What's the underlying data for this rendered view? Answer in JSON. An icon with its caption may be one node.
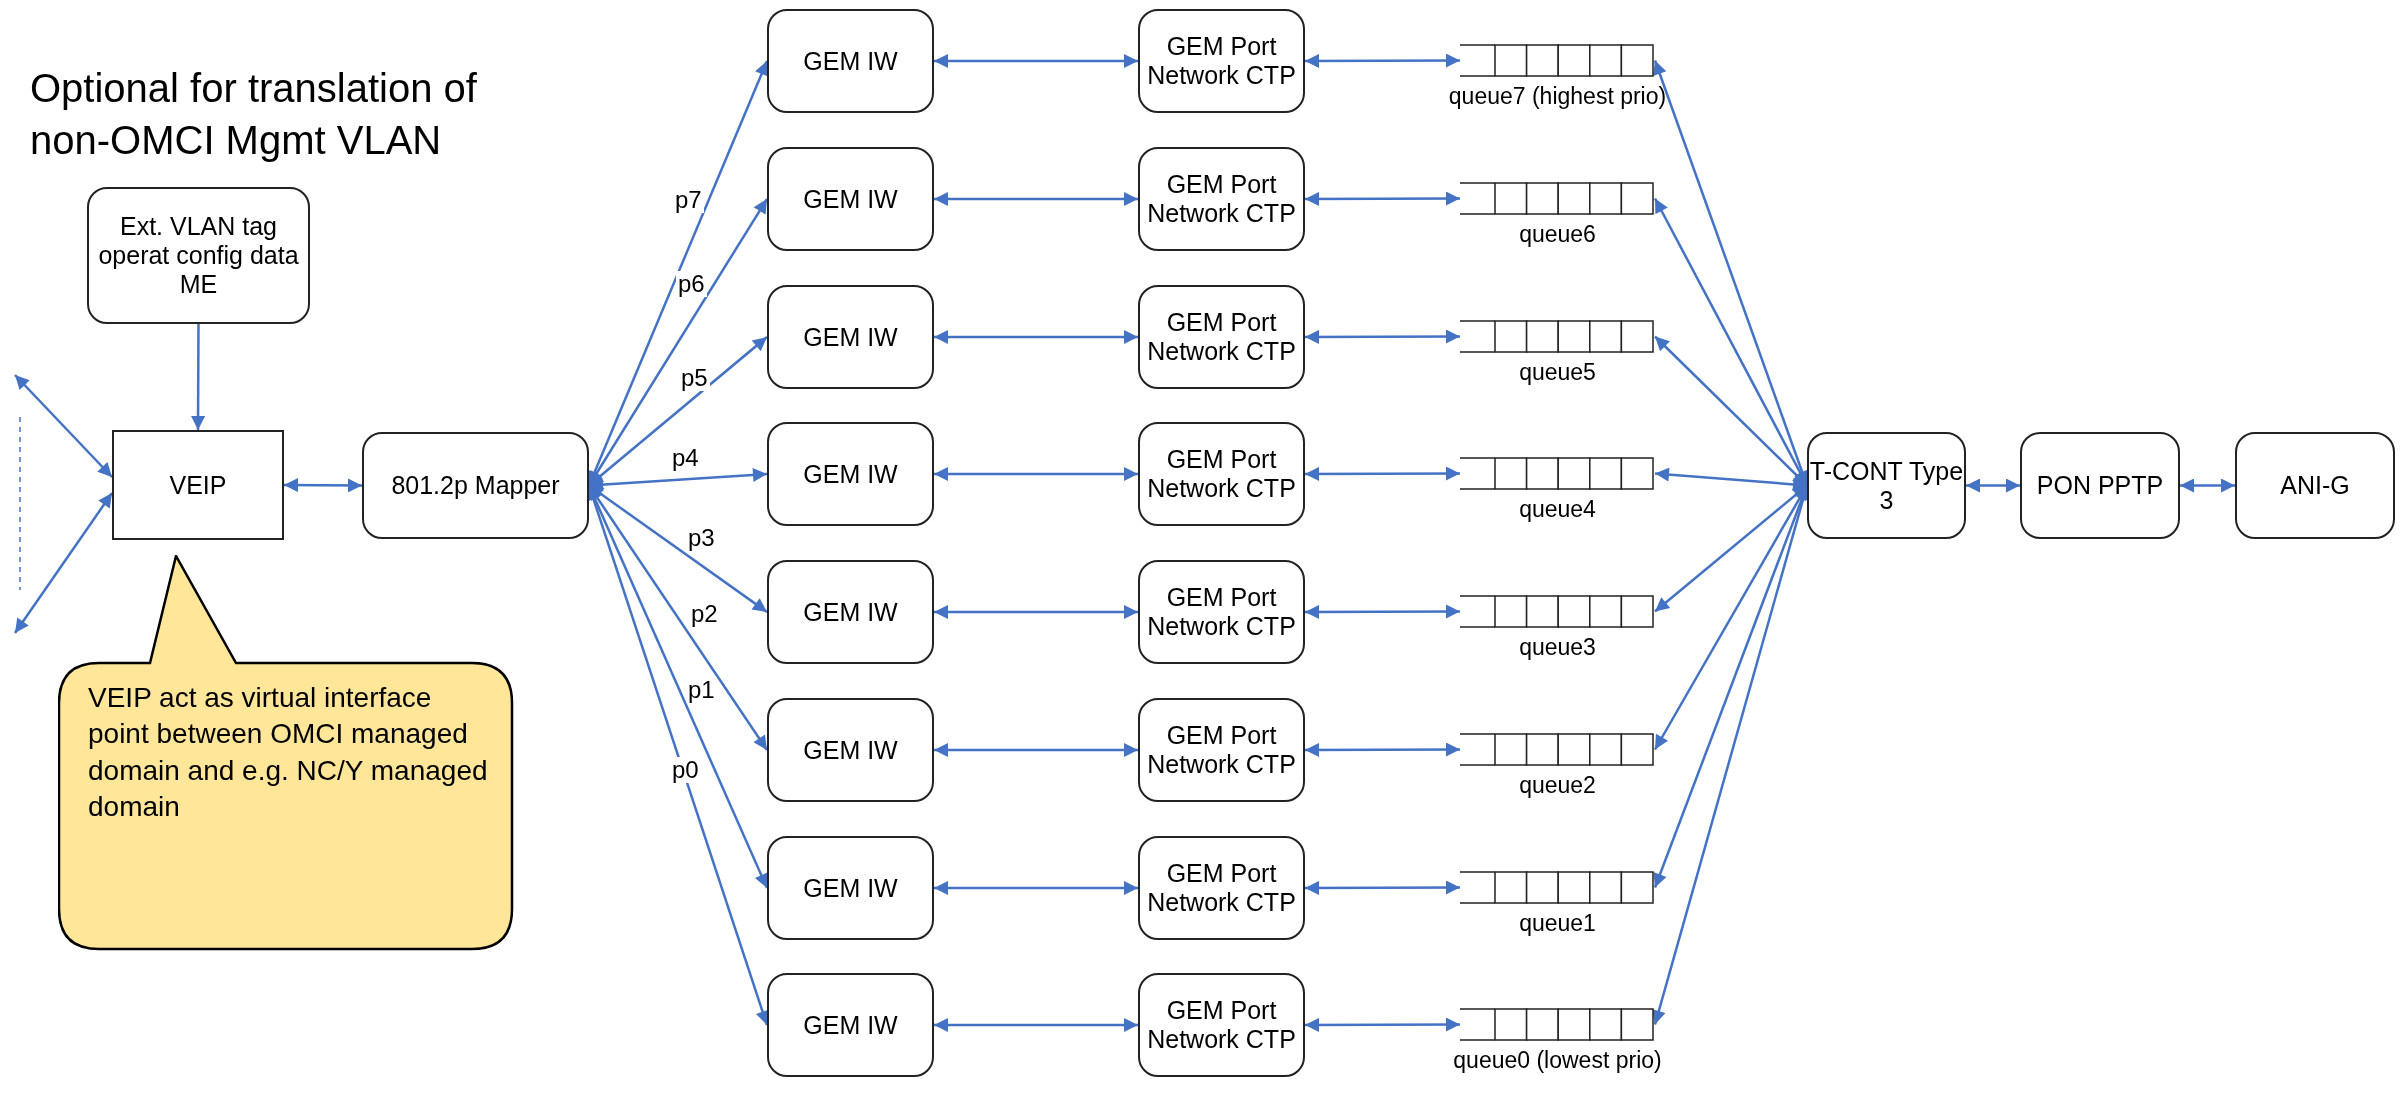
{
  "diagram": {
    "title": "Optional for translation of non-OMCI Mgmt VLAN",
    "nodes": [
      {
        "text": [
          "Ext. VLAN tag operat config data ME"
        ]
      },
      {
        "text": [
          "VEIP"
        ]
      },
      {
        "text": [
          "801.2p Mapper"
        ]
      },
      {
        "text": [
          "VEIP act as virtual interface point between OMCI managed domain and e.g. NC/Y managed domain"
        ]
      },
      {
        "text": [
          "GEM IW"
        ]
      },
      {
        "text": [
          "GEM IW"
        ]
      },
      {
        "text": [
          "GEM IW"
        ]
      },
      {
        "text": [
          "GEM IW"
        ]
      },
      {
        "text": [
          "GEM IW"
        ]
      },
      {
        "text": [
          "GEM IW"
        ]
      },
      {
        "text": [
          "GEM IW"
        ]
      },
      {
        "text": [
          "GEM IW"
        ]
      },
      {
        "text": [
          "GEM Port Network CTP"
        ]
      },
      {
        "text": [
          "GEM Port Network CTP"
        ]
      },
      {
        "text": [
          "GEM Port Network CTP"
        ]
      },
      {
        "text": [
          "GEM Port Network CTP"
        ]
      },
      {
        "text": [
          "GEM Port Network CTP"
        ]
      },
      {
        "text": [
          "GEM Port Network CTP"
        ]
      },
      {
        "text": [
          "GEM Port Network CTP"
        ]
      },
      {
        "text": [
          "GEM Port Network CTP"
        ]
      },
      {
        "text": [
          "queue7 (highest prio)"
        ]
      },
      {
        "text": [
          "queue6"
        ]
      },
      {
        "text": [
          "queue5"
        ]
      },
      {
        "text": [
          "queue4"
        ]
      },
      {
        "text": [
          "queue3"
        ]
      },
      {
        "text": [
          "queue2"
        ]
      },
      {
        "text": [
          "queue1"
        ]
      },
      {
        "text": [
          "queue0 (lowest prio)"
        ]
      },
      {
        "text": [
          "T-CONT Type 3"
        ]
      },
      {
        "text": [
          "PON PPTP"
        ]
      },
      {
        "text": [
          "ANI-G"
        ]
      }
    ],
    "edges": [
      {
        "from": 0,
        "to": 1,
        "arrow": "to"
      },
      {
        "from": null,
        "to": 1,
        "arrow": "both"
      },
      {
        "from": null,
        "to": 1,
        "arrow": "both"
      },
      {
        "from": 1,
        "to": 2,
        "arrow": "both"
      },
      {
        "from": 2,
        "to": 4,
        "arrow": "both",
        "label": "p7"
      },
      {
        "from": 2,
        "to": 5,
        "arrow": "both",
        "label": "p6"
      },
      {
        "from": 2,
        "to": 6,
        "arrow": "both",
        "label": "p5"
      },
      {
        "from": 2,
        "to": 7,
        "arrow": "both",
        "label": "p4"
      },
      {
        "from": 2,
        "to": 8,
        "arrow": "both",
        "label": "p3"
      },
      {
        "from": 2,
        "to": 9,
        "arrow": "both",
        "label": "p2"
      },
      {
        "from": 2,
        "to": 10,
        "arrow": "both",
        "label": "p1"
      },
      {
        "from": 2,
        "to": 11,
        "arrow": "both",
        "label": "p0"
      },
      {
        "from": 4,
        "to": 12,
        "arrow": "both"
      },
      {
        "from": 5,
        "to": 13,
        "arrow": "both"
      },
      {
        "from": 6,
        "to": 14,
        "arrow": "both"
      },
      {
        "from": 7,
        "to": 15,
        "arrow": "both"
      },
      {
        "from": 8,
        "to": 16,
        "arrow": "both"
      },
      {
        "from": 9,
        "to": 17,
        "arrow": "both"
      },
      {
        "from": 10,
        "to": 18,
        "arrow": "both"
      },
      {
        "from": 11,
        "to": 19,
        "arrow": "both"
      },
      {
        "from": 12,
        "to": 20,
        "arrow": "both"
      },
      {
        "from": 13,
        "to": 21,
        "arrow": "both"
      },
      {
        "from": 14,
        "to": 22,
        "arrow": "both"
      },
      {
        "from": 15,
        "to": 23,
        "arrow": "both"
      },
      {
        "from": 16,
        "to": 24,
        "arrow": "both"
      },
      {
        "from": 17,
        "to": 25,
        "arrow": "both"
      },
      {
        "from": 18,
        "to": 26,
        "arrow": "both"
      },
      {
        "from": 19,
        "to": 27,
        "arrow": "both"
      },
      {
        "from": 20,
        "to": 28,
        "arrow": "both"
      },
      {
        "from": 21,
        "to": 28,
        "arrow": "both"
      },
      {
        "from": 22,
        "to": 28,
        "arrow": "both"
      },
      {
        "from": 23,
        "to": 28,
        "arrow": "both"
      },
      {
        "from": 24,
        "to": 28,
        "arrow": "both"
      },
      {
        "from": 25,
        "to": 28,
        "arrow": "both"
      },
      {
        "from": 26,
        "to": 28,
        "arrow": "both"
      },
      {
        "from": 27,
        "to": 28,
        "arrow": "both"
      },
      {
        "from": 28,
        "to": 29,
        "arrow": "both"
      },
      {
        "from": 29,
        "to": 30,
        "arrow": "both"
      }
    ]
  }
}
